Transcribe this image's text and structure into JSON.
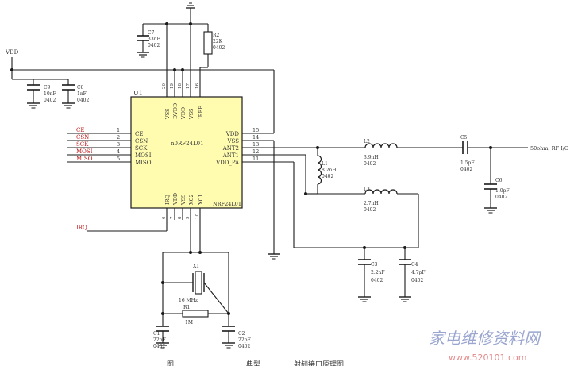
{
  "schematic": {
    "chip": {
      "designator": "U1",
      "part_center": "n0RF24L01",
      "part_bottom": "NRF24L01",
      "left_pins": [
        {
          "num": "1",
          "name": "CE"
        },
        {
          "num": "2",
          "name": "CSN"
        },
        {
          "num": "3",
          "name": "SCK"
        },
        {
          "num": "4",
          "name": "MOSI"
        },
        {
          "num": "5",
          "name": "MISO"
        }
      ],
      "right_pins": [
        {
          "num": "15",
          "name": "VDD"
        },
        {
          "num": "14",
          "name": "VSS"
        },
        {
          "num": "13",
          "name": "ANT2"
        },
        {
          "num": "12",
          "name": "ANT1"
        },
        {
          "num": "11",
          "name": "VDD_PA"
        }
      ],
      "top_pins": [
        "VSS",
        "DVDD",
        "VDD",
        "VSS",
        "IREF"
      ],
      "top_pin_nums": [
        "20",
        "19",
        "18",
        "17",
        "16"
      ],
      "bottom_pins": [
        "IRQ",
        "VDD",
        "VSS",
        "XC2",
        "XC1"
      ],
      "bottom_pin_nums": [
        "6",
        "7",
        "8",
        "9",
        "10"
      ]
    },
    "net_labels": {
      "vdd": "VDD",
      "ce": "CE",
      "csn": "CSN",
      "sck": "SCK",
      "mosi": "MOSI",
      "miso": "MISO",
      "irq": "IRQ",
      "rfio": "50ohm, RF I/O"
    },
    "components": {
      "c7": {
        "ref": "C7",
        "val": "33nF",
        "pkg": "0402"
      },
      "r2": {
        "ref": "R2",
        "val": "22K",
        "pkg": "0402"
      },
      "c9": {
        "ref": "C9",
        "val": "10nF",
        "pkg": "0402"
      },
      "c8": {
        "ref": "C8",
        "val": "1nF",
        "pkg": "0402"
      },
      "l1": {
        "ref": "L1",
        "val": "8.2nH",
        "pkg": "0402"
      },
      "l2": {
        "ref": "L2",
        "val": "3.9nH",
        "pkg": "0402"
      },
      "l3": {
        "ref": "L3",
        "val": "2.7nH",
        "pkg": "0402"
      },
      "c5": {
        "ref": "C5",
        "val": "1.5pF",
        "pkg": "0402"
      },
      "c6": {
        "ref": "C6",
        "val": "1.0pF",
        "pkg": "0402"
      },
      "c3": {
        "ref": "C3",
        "val": "2.2nF",
        "pkg": "0402"
      },
      "c4": {
        "ref": "C4",
        "val": "4.7pF",
        "pkg": "0402"
      },
      "x1": {
        "ref": "X1",
        "val": "16 MHz"
      },
      "r1": {
        "ref": "R1",
        "val": "1M"
      },
      "c1": {
        "ref": "C1",
        "val": "22pF",
        "pkg": "0402"
      },
      "c2": {
        "ref": "C2",
        "val": "22pF",
        "pkg": "0402"
      }
    },
    "caption": "图",
    "caption_mid": "典型",
    "caption_right": "射频接口原理图",
    "watermark_cn": "家电维修资料网",
    "watermark_url": "www.520101.com"
  },
  "colors": {
    "chip_fill": "#fffcb0",
    "wire": "#1a1a1a",
    "signal_label": "#c01818",
    "watermark": "#9aa6d0",
    "watermark_url": "#e28a8a"
  }
}
